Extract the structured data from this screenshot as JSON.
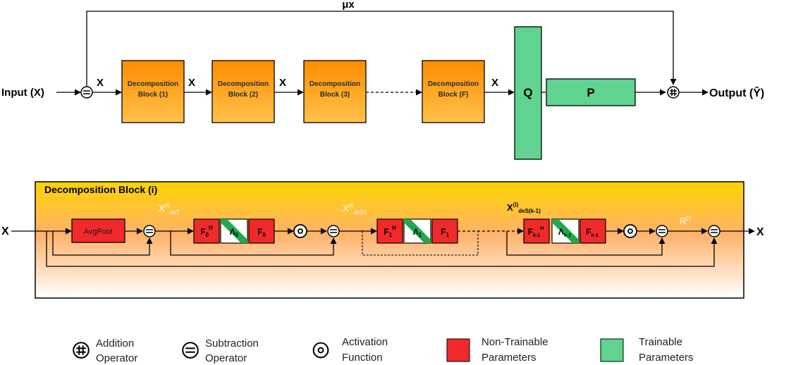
{
  "top": {
    "input_label": "Input (X)",
    "output_label": "Output (Ŷ)",
    "skip_label": "μx",
    "x_label": "X",
    "blocks": [
      {
        "line1": "Decomposition",
        "line2": "Block (1)"
      },
      {
        "line1": "Decomposition",
        "line2": "Block (2)"
      },
      {
        "line1": "Decomposition",
        "line2": "Block (3)"
      },
      {
        "line1": "Decomposition",
        "line2": "Block (F)"
      }
    ],
    "q_label": "Q",
    "p_label": "P"
  },
  "detail": {
    "title": "Decomposition Block (i)",
    "x_in": "X",
    "x_out": "X",
    "avgpool": "AvgPool",
    "x_det": "X(i)deT",
    "x_des1": "X(i)deS1",
    "x_desk": "X(i)deS(k-1)",
    "r_label": "R(i)",
    "f0h": "F0H",
    "lam0": "Λ0",
    "f0": "F0",
    "f1h": "F1H",
    "lam1": "Λ1",
    "f1": "F1",
    "fk1h": "Fk-1H",
    "lamk1": "Λk-1",
    "fk1": "Fk-1"
  },
  "legend": {
    "addition": [
      "Addition",
      "Operator"
    ],
    "subtraction": [
      "Subtraction",
      "Operator"
    ],
    "activation": [
      "Activation",
      "Function"
    ],
    "nontrainable": [
      "Non-Trainable",
      "Parameters"
    ],
    "trainable": [
      "Trainable",
      "Parameters"
    ]
  },
  "colors": {
    "red": "#f02a2a",
    "green": "#5fd38f",
    "orange_top": "#ff8c00",
    "orange_bottom": "#ffc24a",
    "panel_top": "#ffd000",
    "panel_bottom": "#ffffff"
  }
}
